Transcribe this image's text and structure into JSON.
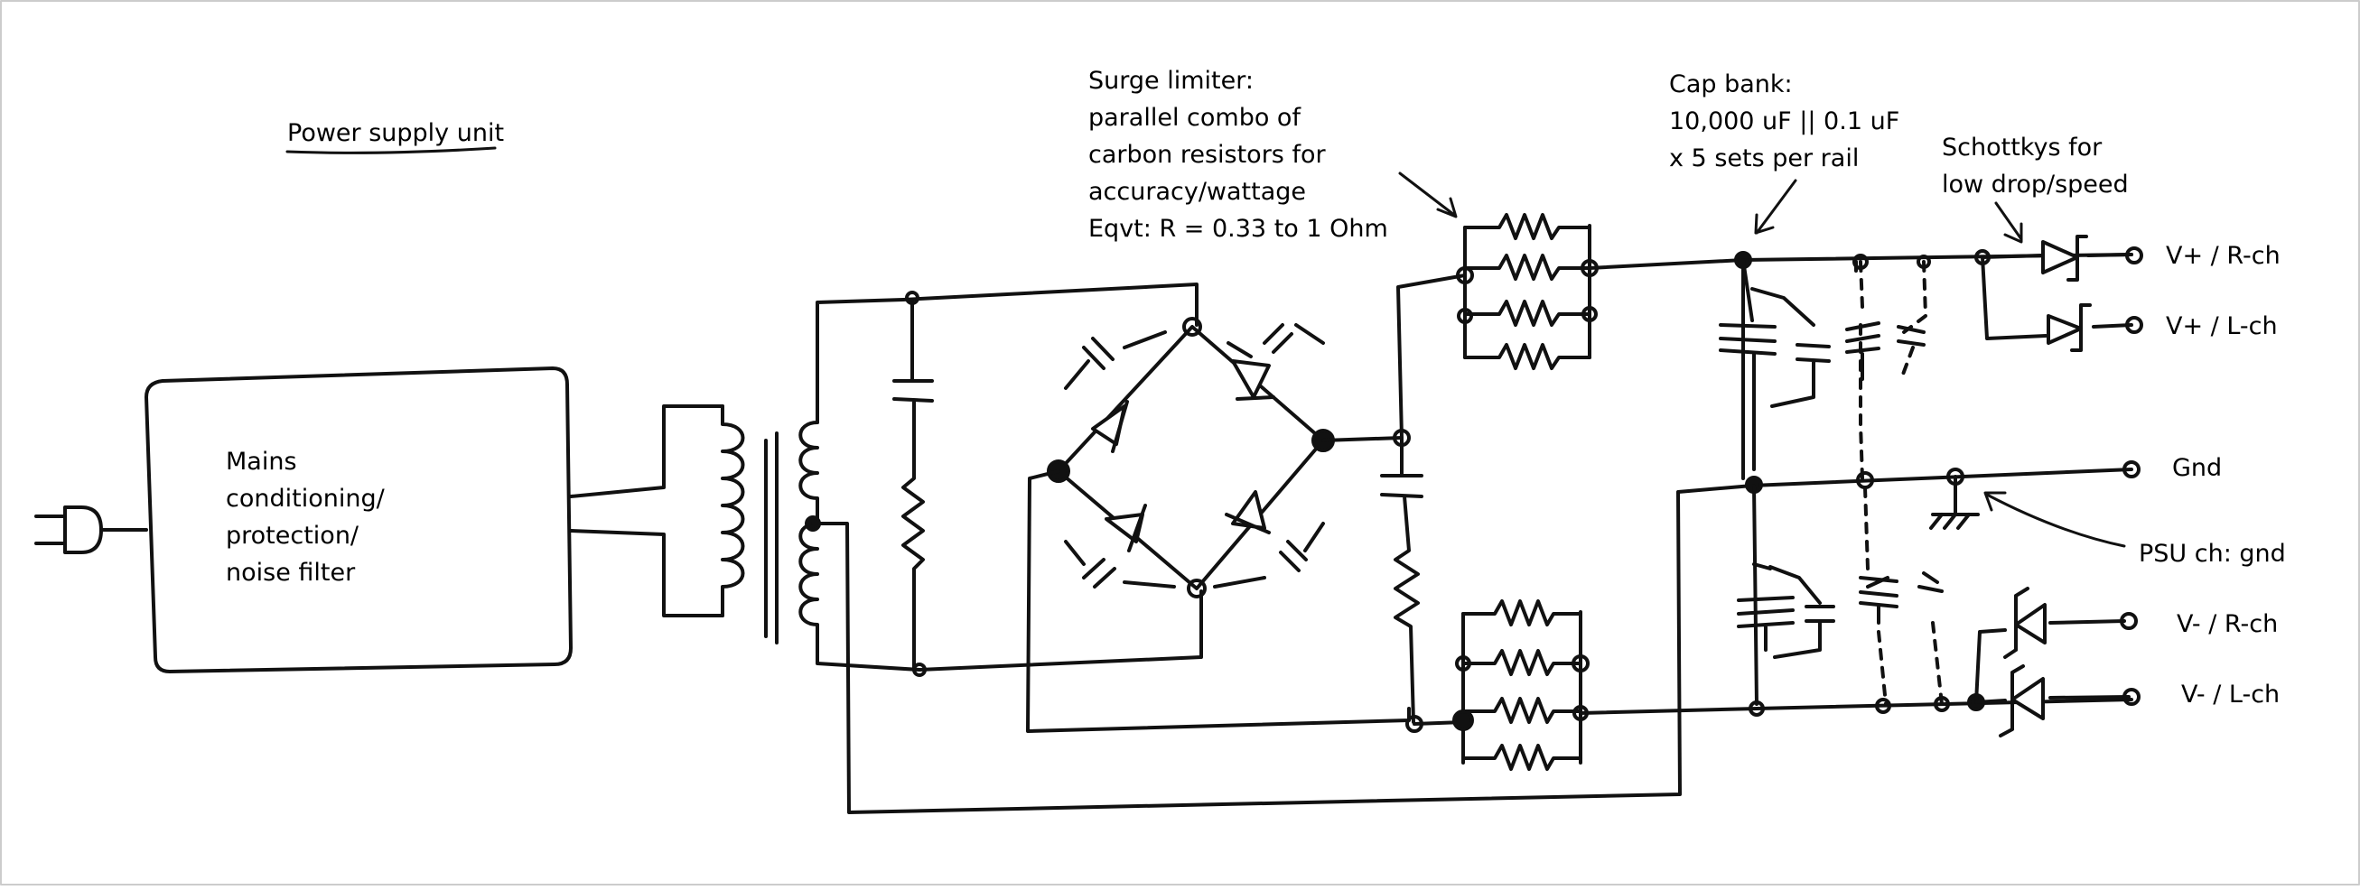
{
  "title": "Power supply unit",
  "mains_block": {
    "lines": [
      "Mains",
      "conditioning/",
      "protection/",
      "noise filter"
    ]
  },
  "surge_limiter": {
    "lines": [
      "Surge limiter:",
      "parallel combo of",
      "carbon resistors for",
      "accuracy/wattage",
      "Eqvt: R = 0.33 to 1 Ohm"
    ]
  },
  "cap_bank": {
    "lines": [
      "Cap bank:",
      "10,000 uF || 0.1 uF",
      "x 5 sets per rail"
    ]
  },
  "schottky_note": {
    "lines": [
      "Schottkys for",
      "low drop/speed"
    ]
  },
  "outputs": {
    "vplus_r": "V+ / R-ch",
    "vplus_l": "V+ / L-ch",
    "gnd": "Gnd",
    "vminus_r": "V- / R-ch",
    "vminus_l": "V- / L-ch"
  },
  "psu_gnd_note": "PSU ch: gnd",
  "colors": {
    "ink": "#111111",
    "background": "#ffffff",
    "frame": "#cccccc"
  }
}
